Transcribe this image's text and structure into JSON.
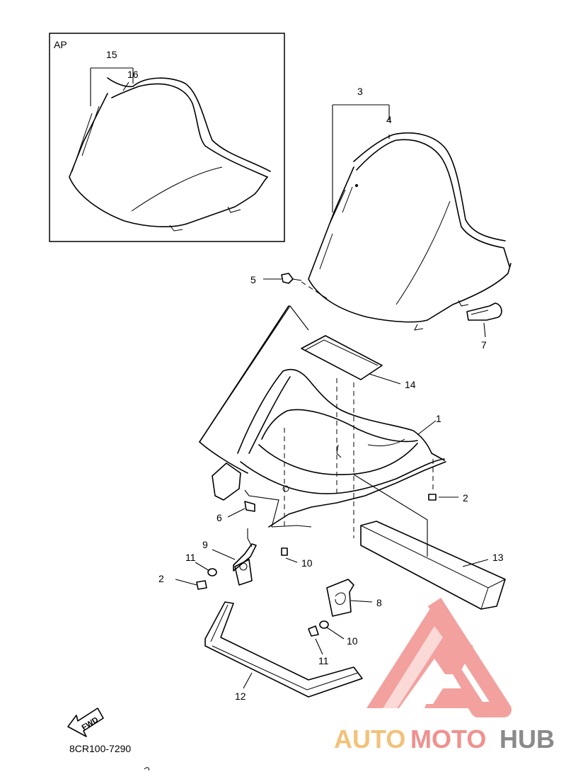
{
  "inset": {
    "label": "AP"
  },
  "callouts": [
    {
      "id": "15",
      "text": "15"
    },
    {
      "id": "16",
      "text": "16"
    },
    {
      "id": "3",
      "text": "3"
    },
    {
      "id": "4",
      "text": "4"
    },
    {
      "id": "5",
      "text": "5"
    },
    {
      "id": "7",
      "text": "7"
    },
    {
      "id": "14",
      "text": "14"
    },
    {
      "id": "1",
      "text": "1"
    },
    {
      "id": "2a",
      "text": "2"
    },
    {
      "id": "6",
      "text": "6"
    },
    {
      "id": "9",
      "text": "9"
    },
    {
      "id": "10a",
      "text": "10"
    },
    {
      "id": "11a",
      "text": "11"
    },
    {
      "id": "2b",
      "text": "2"
    },
    {
      "id": "13",
      "text": "13"
    },
    {
      "id": "8",
      "text": "8"
    },
    {
      "id": "10b",
      "text": "10"
    },
    {
      "id": "11b",
      "text": "11"
    },
    {
      "id": "12",
      "text": "12"
    }
  ],
  "fwd_arrow": {
    "text": "FWD"
  },
  "diagram_code": "8CR100-7290",
  "watermark": {
    "part1": "AUTO",
    "part2": "MOTO",
    "part3": "HUB",
    "colors": {
      "auto": "#f2c27a",
      "moto": "#f0918f",
      "hub": "#8a8a8a",
      "logo": "#f08a86"
    }
  }
}
